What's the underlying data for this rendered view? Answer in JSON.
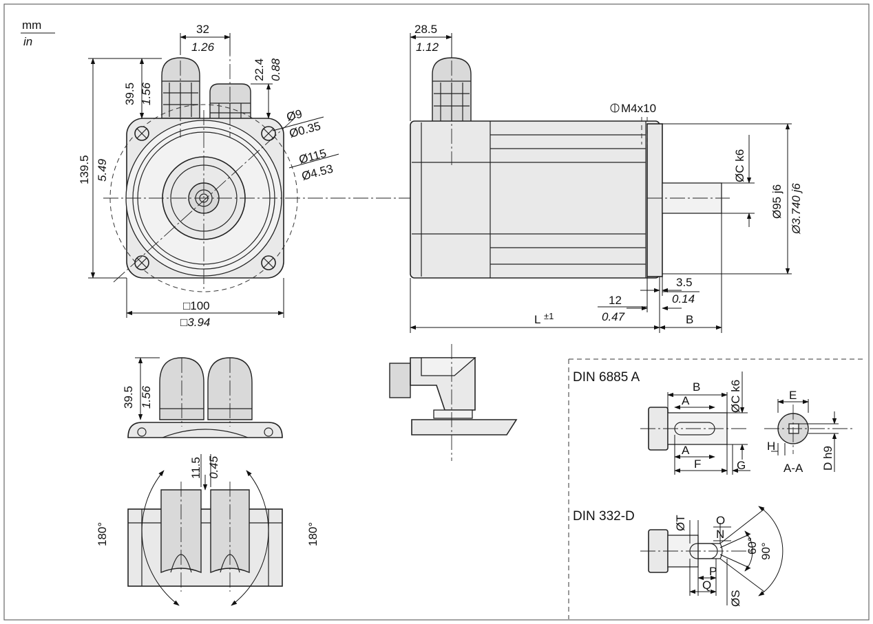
{
  "units": {
    "primary": "mm",
    "secondary": "in"
  },
  "front_view": {
    "width_dim": {
      "mm": "32",
      "in": "1.26"
    },
    "top_dim": {
      "mm": "28.5",
      "in": "1.12"
    },
    "connector_height": {
      "mm": "39.5",
      "in": "1.56"
    },
    "connector2_height": {
      "mm": "22.4",
      "in": "0.88"
    },
    "total_height": {
      "mm": "139.5",
      "in": "5.49"
    },
    "hole_dia": {
      "mm": "Ø9",
      "in": "Ø0.35"
    },
    "bolt_circle": {
      "mm": "Ø115",
      "in": "Ø4.53"
    },
    "flange_square": {
      "mm": "□100",
      "in": "□3.94"
    }
  },
  "side_view": {
    "thread": "M4x10",
    "shaft_dia": "ØC k6",
    "pilot_dia": {
      "mm": "Ø95 j6",
      "in": "Ø3.740 j6"
    },
    "pilot_depth": {
      "mm": "3.5",
      "in": "0.14"
    },
    "flange_thick": {
      "mm": "12",
      "in": "0.47"
    },
    "length_label": "L",
    "length_tol": "±1",
    "shaft_length_label": "B"
  },
  "connector_view": {
    "height": {
      "mm": "39.5",
      "in": "1.56"
    }
  },
  "rotation_view": {
    "gap": {
      "mm": "11.5",
      "in": "0.45"
    },
    "left_angle": "180°",
    "right_angle": "180°"
  },
  "din_key": {
    "title": "DIN 6885 A",
    "labels": {
      "B": "B",
      "A_top": "A",
      "A_bottom": "A",
      "C": "ØC k6",
      "E": "E",
      "F": "F",
      "G": "G",
      "H": "H",
      "D": "D h9",
      "section": "A-A"
    }
  },
  "din_thread": {
    "title": "DIN 332-D",
    "labels": {
      "O": "O",
      "N": "N",
      "T": "ØT",
      "P": "P",
      "Q": "Q",
      "S": "ØS",
      "a60": "60°",
      "a90": "90°"
    }
  }
}
